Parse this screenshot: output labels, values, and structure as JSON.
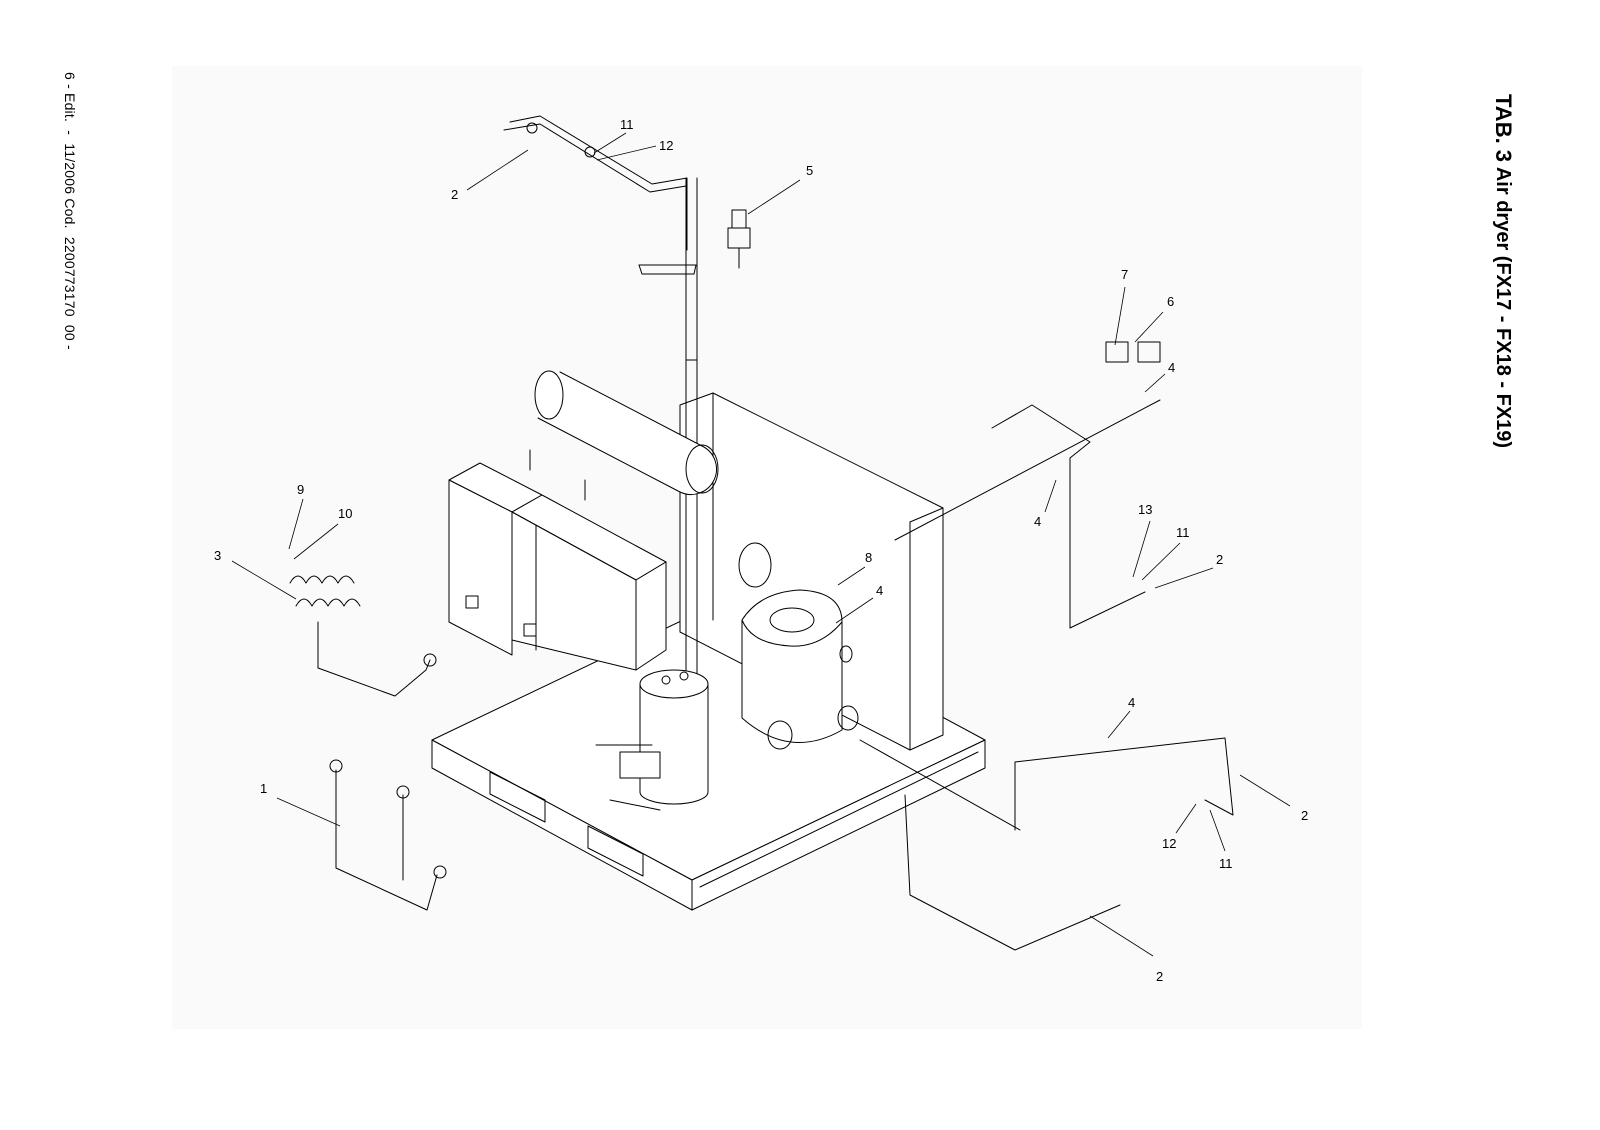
{
  "footer_text": "6 - Edit.  -  11/2006 Cod.  2200773170  00 -",
  "title": {
    "tab": "TAB. 3",
    "subtitle": " Air dryer (FX17 - FX18 - FX19)"
  },
  "callouts": [
    "11",
    "12",
    "2",
    "5",
    "7",
    "6",
    "4",
    "4",
    "13",
    "11",
    "2",
    "8",
    "4",
    "9",
    "10",
    "3",
    "4",
    "1",
    "2",
    "12",
    "11",
    "2"
  ],
  "colors": {
    "line": "#000000",
    "drawing_bg": "#fafafa"
  }
}
